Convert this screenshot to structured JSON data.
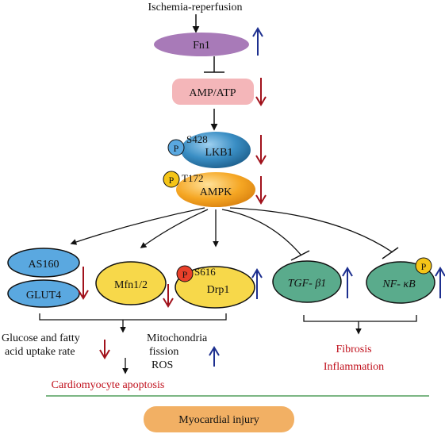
{
  "nodes": {
    "ischemia": "Ischemia-reperfusion",
    "fn1": "Fn1",
    "ampatp": "AMP/ATP",
    "lkb1": "LKB1",
    "lkb1_site": "S428",
    "ampk": "AMPK",
    "ampk_site": "T172",
    "phospho": "P",
    "as160": "AS160",
    "glut4": "GLUT4",
    "mfn": "Mfn1/2",
    "drp1": "Drp1",
    "drp1_site": "S616",
    "tgf": "TGF- β1",
    "nfkb": "NF- κB"
  },
  "outcomes": {
    "glucose_line1": "Glucose and fatty",
    "glucose_line2": "acid uptake rate",
    "mito_line1": "Mitochondria",
    "mito_line2": "fission",
    "mito_line3": "ROS",
    "fibrosis": "Fibrosis",
    "inflammation": "Inflammation",
    "apoptosis": "Cardiomyocyte apoptosis",
    "injury": "Myocardial injury"
  },
  "changes": {
    "fn1": "up",
    "ampatp": "down",
    "lkb1": "down",
    "ampk": "down",
    "as160_glut4": "down",
    "mfn": "down",
    "drp1": "up",
    "tgf": "up",
    "nfkb": "up",
    "glucose": "down",
    "mito": "up"
  },
  "colors": {
    "fn1": "#a87ab8",
    "ampatp": "#f4b6b9",
    "lkb1": "#3a8ec4",
    "ampk": "#f5a623",
    "as160": "#5aa8e0",
    "glut4": "#5aa8e0",
    "mfn": "#f7d84a",
    "drp1": "#f7d84a",
    "tgf": "#5aab8c",
    "nfkb": "#5aab8c",
    "phospho_blue": "#5aa8e0",
    "phospho_yellow": "#f5c518",
    "phospho_red": "#e8402a",
    "injury": "#f2b064",
    "up_arrow": "#1d2f8f",
    "down_arrow": "#a1121c",
    "outcome_text": "#c0101c",
    "divider": "#2e8b3a"
  }
}
